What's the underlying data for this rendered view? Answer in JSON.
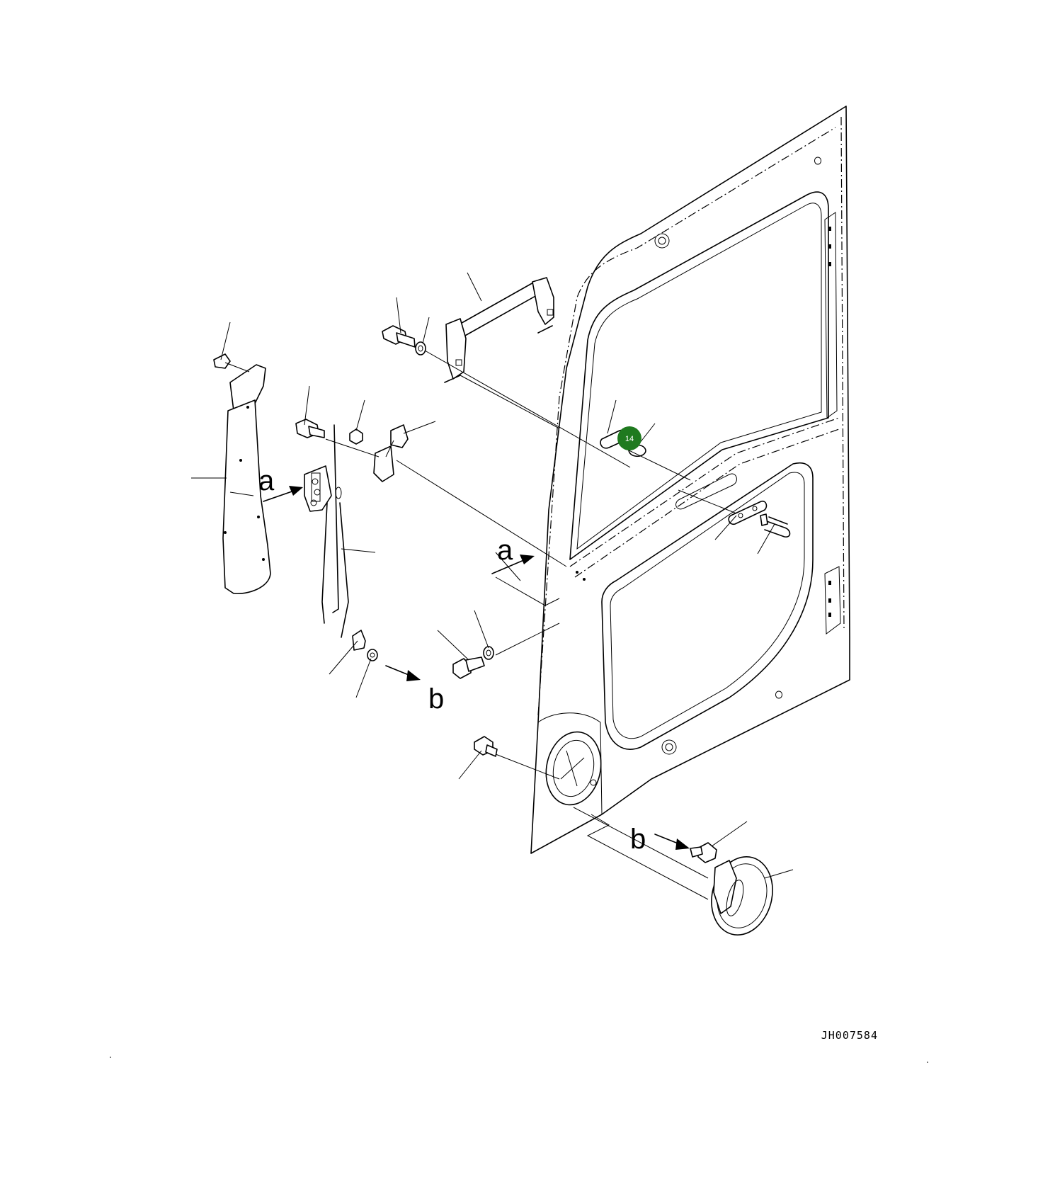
{
  "diagram": {
    "drawing_code": "JH007584",
    "callout": {
      "number": "14",
      "color": "#1f7a1f"
    },
    "view_labels": {
      "a": "a",
      "b": "b"
    }
  }
}
